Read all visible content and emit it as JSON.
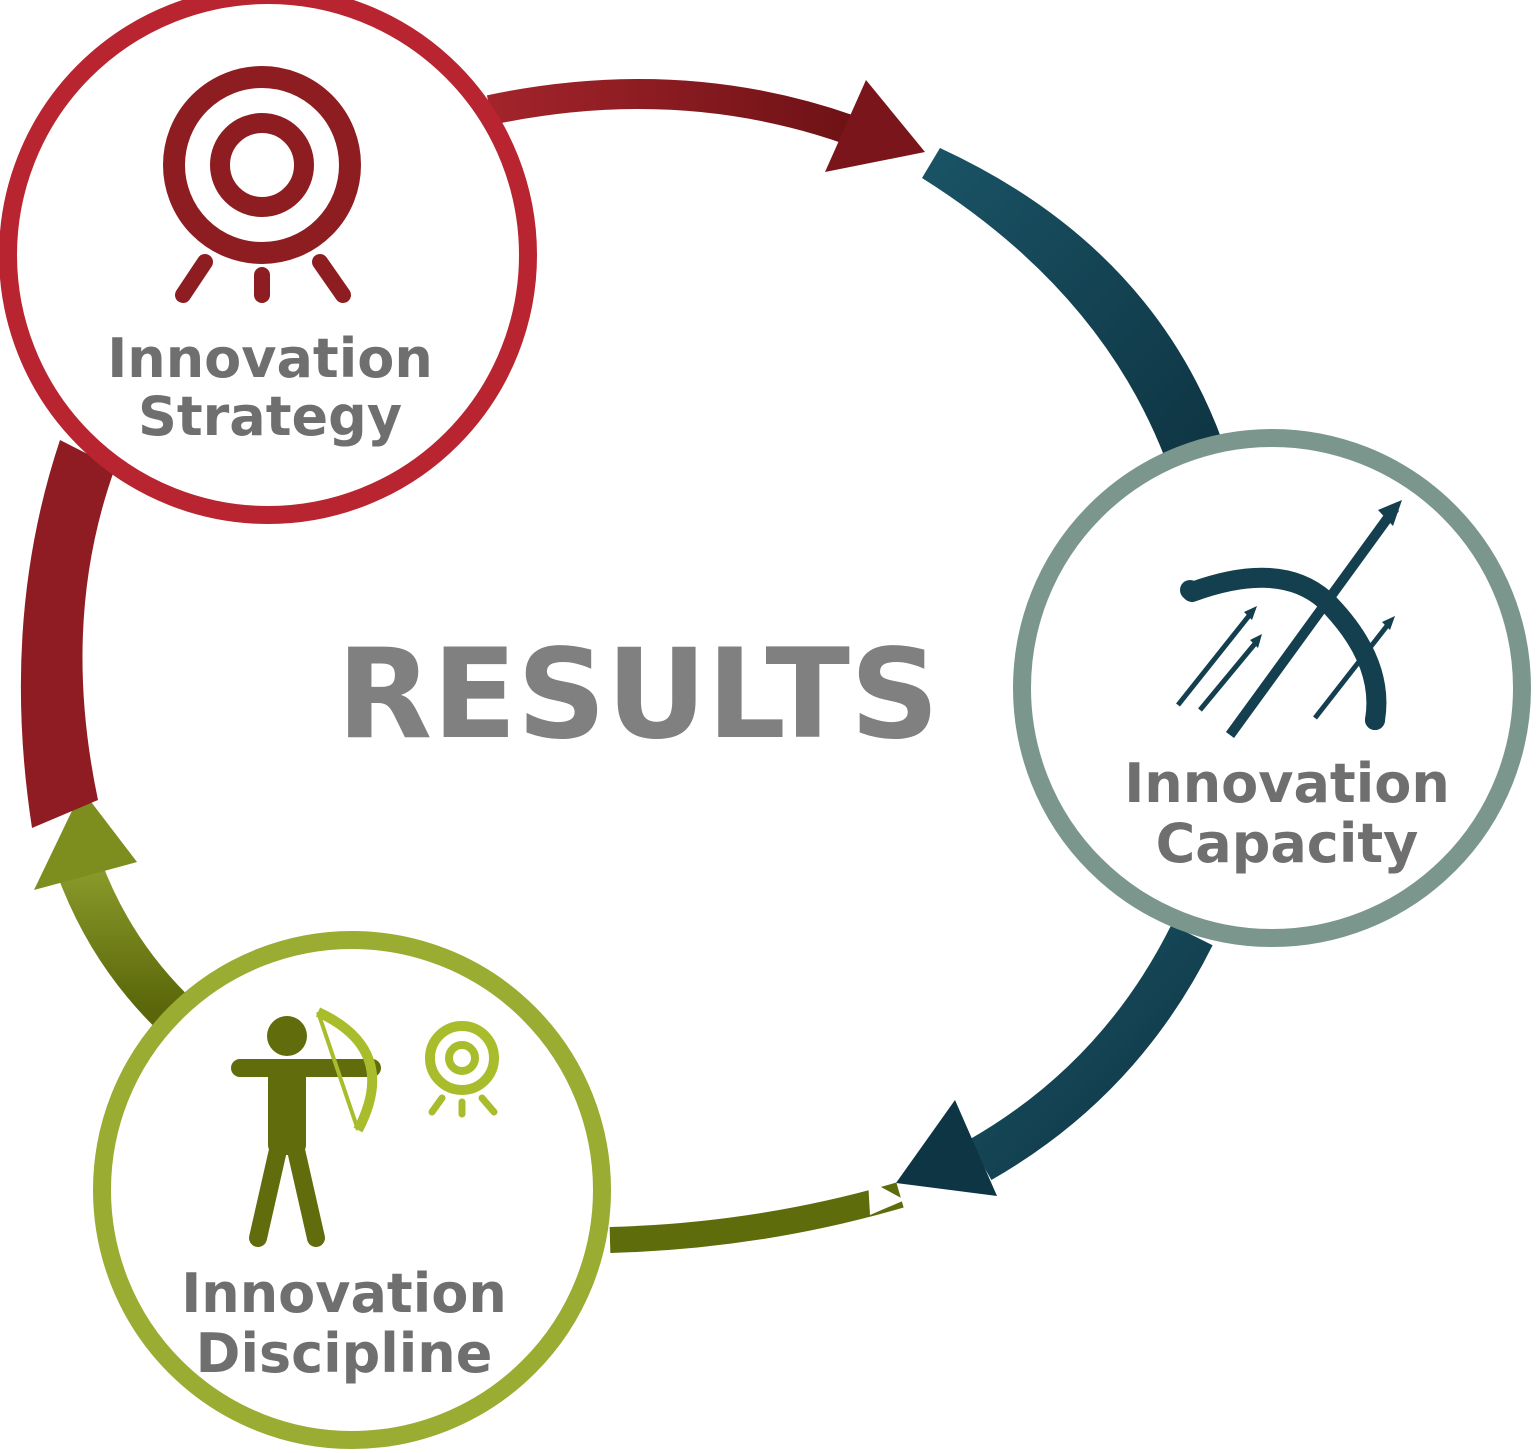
{
  "diagram": {
    "center": {
      "text": "RESULTS"
    },
    "nodes": [
      {
        "id": "strategy",
        "line1": "Innovation",
        "line2": "Strategy",
        "ring_color": "#b8242f",
        "icon_color": "#8e1d22",
        "icon": "target-icon"
      },
      {
        "id": "capacity",
        "line1": "Innovation",
        "line2": "Capacity",
        "ring_color": "#7b968d",
        "icon_color": "#133f4f",
        "icon": "bow-and-arrows-icon"
      },
      {
        "id": "discipline",
        "line1": "Innovation",
        "line2": "Discipline",
        "ring_color": "#9aac32",
        "icon_color": "#616c0c",
        "icon": "archer-icon"
      }
    ],
    "arrows": [
      {
        "from": "strategy",
        "to": "capacity",
        "color": "#8e1c22"
      },
      {
        "from": "capacity",
        "to": "discipline",
        "color": "#123f4f"
      },
      {
        "from": "discipline",
        "to": "strategy",
        "color": "#5f6c0c"
      }
    ],
    "text_color": "#6f6f70"
  }
}
